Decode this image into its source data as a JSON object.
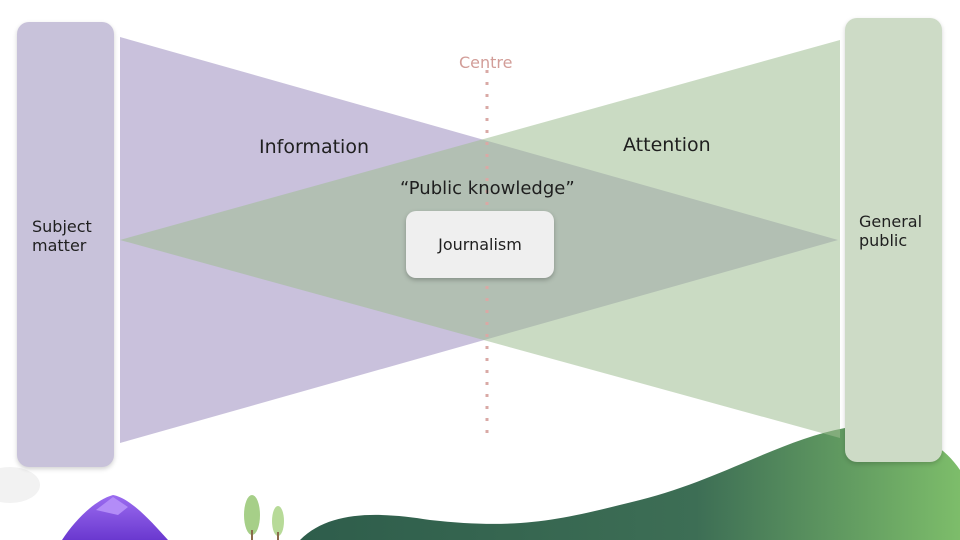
{
  "labels": {
    "subject_matter": "Subject\nmatter",
    "general_public": "General\npublic",
    "information": "Information",
    "attention": "Attention",
    "public_knowledge": "“Public knowledge”",
    "centre": "Centre",
    "journalism": "Journalism"
  },
  "colors": {
    "information_fill": "#a597c4",
    "attention_fill": "#9fbd91",
    "centre_line": "#d9a9a5",
    "hill_dark": "#2f5f4c",
    "hill_light": "#7fbf6a",
    "mountain": "#7a49d6"
  }
}
